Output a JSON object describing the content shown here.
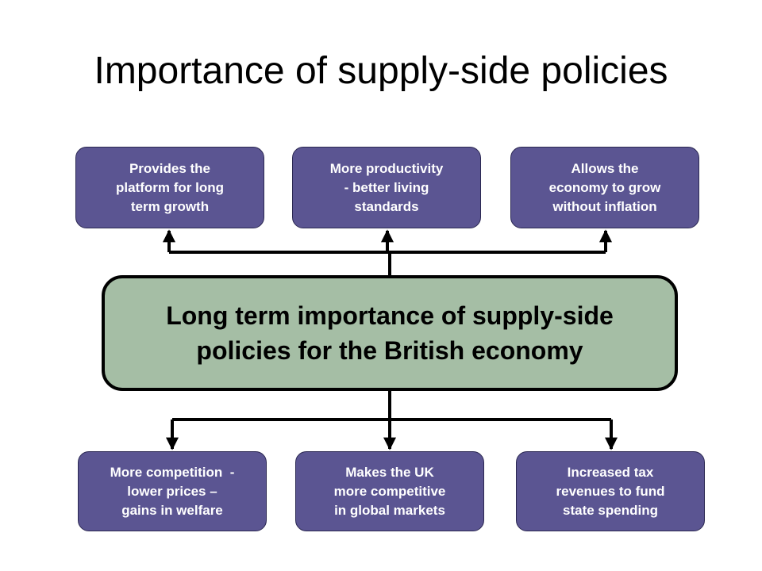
{
  "title": "Importance of supply-side policies",
  "center": {
    "line1": "Long term importance of supply-side",
    "line2": "policies for the British economy"
  },
  "top_boxes": [
    {
      "lines": [
        "Provides the",
        "platform for long",
        "term growth"
      ]
    },
    {
      "lines": [
        "More productivity",
        "- better living",
        "standards"
      ]
    },
    {
      "lines": [
        "Allows the",
        "economy to grow",
        "without inflation"
      ]
    }
  ],
  "bottom_boxes": [
    {
      "lines": [
        "More competition  -",
        "lower prices –",
        "gains in welfare"
      ]
    },
    {
      "lines": [
        "Makes the UK",
        "more competitive",
        "in global markets"
      ]
    },
    {
      "lines": [
        "Increased tax",
        "revenues to fund",
        "state spending"
      ]
    }
  ],
  "colors": {
    "box_fill": "#5b5592",
    "center_fill": "#a5bea5",
    "line": "#000000"
  }
}
